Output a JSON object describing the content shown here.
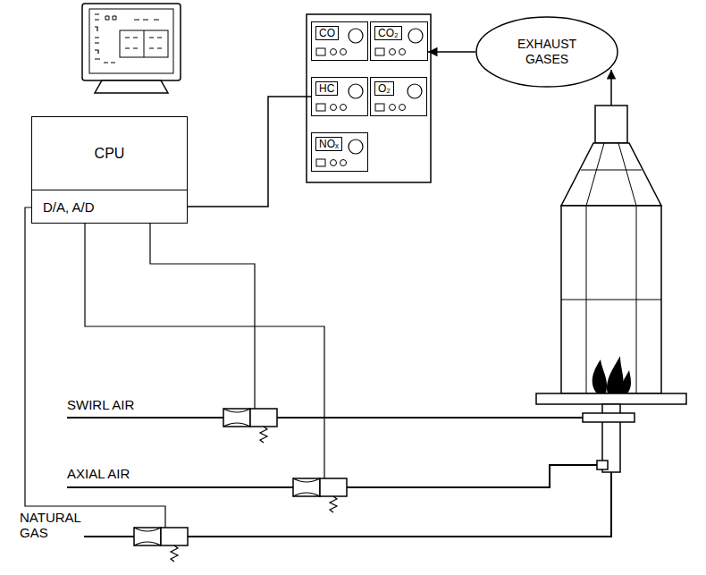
{
  "diagram": {
    "nodes": [
      {
        "text": [
          "CPU"
        ]
      },
      {
        "text": [
          "D/A, A/D"
        ]
      },
      {
        "text": [
          "CO"
        ]
      },
      {
        "text": [
          "CO₂"
        ]
      },
      {
        "text": [
          "HC"
        ]
      },
      {
        "text": [
          "O₂"
        ]
      },
      {
        "text": [
          "NOₓ"
        ]
      },
      {
        "text": [
          "EXHAUST GASES"
        ]
      }
    ],
    "edges": [
      {
        "from": 1,
        "to": 4,
        "arrow": "none"
      },
      {
        "from": 7,
        "to": 3,
        "arrow": "to"
      }
    ],
    "labels": [
      "SWIRL AIR",
      "AXIAL AIR",
      "NATURAL GAS"
    ]
  }
}
